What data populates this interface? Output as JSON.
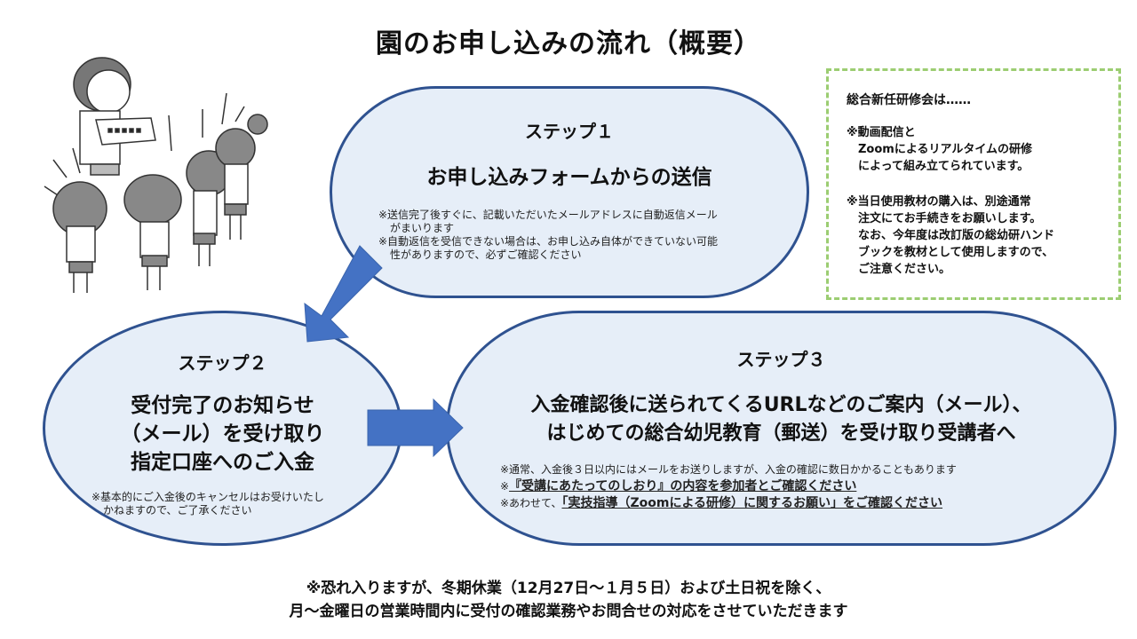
{
  "title": "園のお申し込みの流れ（概要）",
  "illustration": {
    "icon": "teacher-and-children-illustration"
  },
  "steps": [
    {
      "heading": "ステップ１",
      "main_lines": [
        "お申し込みフォームからの送信"
      ],
      "notes": [
        {
          "first": "※送信完了後すぐに、記載いただいたメールアドレスに自動返信メール",
          "cont": "がまいります"
        },
        {
          "first": "※自動返信を受信できない場合は、お申し込み自体ができていない可能",
          "cont": "性がありますので、必ずご確認ください"
        }
      ]
    },
    {
      "heading": "ステップ２",
      "main_lines": [
        "受付完了のお知らせ",
        "（メール）を受け取り",
        "指定口座へのご入金"
      ],
      "notes": [
        {
          "first": "※基本的にご入金後のキャンセルはお受けいたし",
          "cont": "かねますので、ご了承ください"
        }
      ]
    },
    {
      "heading": "ステップ３",
      "main_lines": [
        "入金確認後に送られてくるURLなどのご案内（メール）、",
        "はじめての総合幼児教育（郵送）を受け取り受講者へ"
      ],
      "notes": [
        {
          "prefix": "※通常、入金後３日以内にはメールをお送りしますが、入金の確認に数日かかることもあります",
          "link": ""
        },
        {
          "prefix": "※",
          "link": "『受講にあたってのしおり』の内容を参加者とご確認ください"
        },
        {
          "prefix": "※あわせて、",
          "link": "「実技指導（Zoomによる研修）に関するお願い」をご確認ください"
        }
      ]
    }
  ],
  "side_box": {
    "title": "総合新任研修会は……",
    "block1": [
      "※動画配信と",
      "Zoomによるリアルタイムの研修",
      "によって組み立てられています。"
    ],
    "block2": [
      "※当日使用教材の購入は、別途通常",
      "注文にてお手続きをお願いします。",
      "なお、今年度は改訂版の総幼研ハンド",
      "ブックを教材として使用しますので、",
      "ご注意ください。"
    ]
  },
  "footer": [
    "※恐れ入りますが、冬期休業（12月27日～１月５日）および土日祝を除く、",
    "月～金曜日の営業時間内に受付の確認業務やお問合せの対応をさせていただきます"
  ],
  "colors": {
    "pill_fill": "#e6eef8",
    "pill_border": "#2f5290",
    "arrow": "#4472c4",
    "side_border": "#9ccd72"
  }
}
